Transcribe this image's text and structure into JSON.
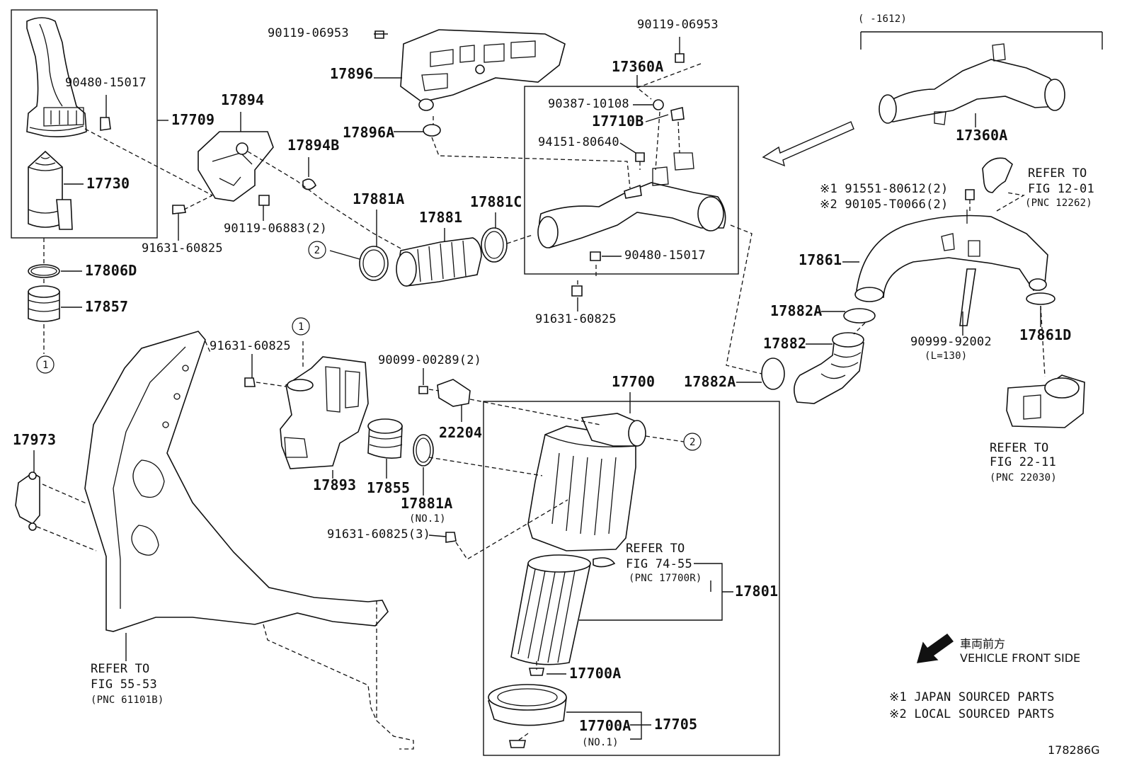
{
  "diagram": {
    "figure_id": "178286G",
    "date_range": "(      -1612)",
    "front_direction": {
      "jp": "車両前方",
      "en": "VEHICLE FRONT SIDE"
    },
    "notes": [
      "※1 JAPAN SOURCED PARTS",
      "※2 LOCAL SOURCED PARTS"
    ],
    "callouts": {
      "c1a": "1",
      "c1b": "1",
      "c2a": "2",
      "c2b": "2"
    },
    "labels": {
      "p90480_15017_a": "90480-15017",
      "p17709": "17709",
      "p17730": "17730",
      "p17806D": "17806D",
      "p17857": "17857",
      "p90119_06953_a": "90119-06953",
      "p17896": "17896",
      "p17896A": "17896A",
      "p17894": "17894",
      "p17894B": "17894B",
      "p91631_60825_a": "91631-60825",
      "p90119_06883": "90119-06883(2)",
      "p17881A_a": "17881A",
      "p17881": "17881",
      "p17881C": "17881C",
      "p90119_06953_b": "90119-06953",
      "p17360A_a": "17360A",
      "p90387_10108": "90387-10108",
      "p17710B": "17710B",
      "p94151_80640": "94151-80640",
      "p90480_15017_b": "90480-15017",
      "p91631_60825_b": "91631-60825",
      "p17360A_b": "17360A",
      "refer_12_01": [
        "REFER TO",
        "FIG 12-01",
        "(PNC 12262)"
      ],
      "p91551_80612": "※1 91551-80612(2)",
      "p90105_T0066": "※2 90105-T0066(2)",
      "p17861": "17861",
      "p17882A_a": "17882A",
      "p17882": "17882",
      "p17882A_b": "17882A",
      "p90999_92002": "90999-92002",
      "p90999_len": "(L=130)",
      "p17861D": "17861D",
      "refer_22_11": [
        "REFER TO",
        "FIG 22-11",
        "(PNC 22030)"
      ],
      "p91631_60825_c": "91631-60825",
      "p90099_00289": "90099-00289(2)",
      "p22204": "22204",
      "p17700": "17700",
      "p17973": "17973",
      "p17893": "17893",
      "p17855": "17855",
      "p17881A_b": "17881A",
      "p17881A_b_sub": "(NO.1)",
      "p91631_60825_3": "91631-60825(3)",
      "refer_74_55": [
        "REFER TO",
        "FIG 74-55",
        "(PNC 17700R)"
      ],
      "p17801": "17801",
      "p17700A_a": "17700A",
      "p17700A_b": "17700A",
      "p17700A_b_sub": "(NO.1)",
      "p17705": "17705",
      "refer_55_53": [
        "REFER TO",
        "FIG 55-53",
        "(PNC 61101B)"
      ]
    }
  }
}
